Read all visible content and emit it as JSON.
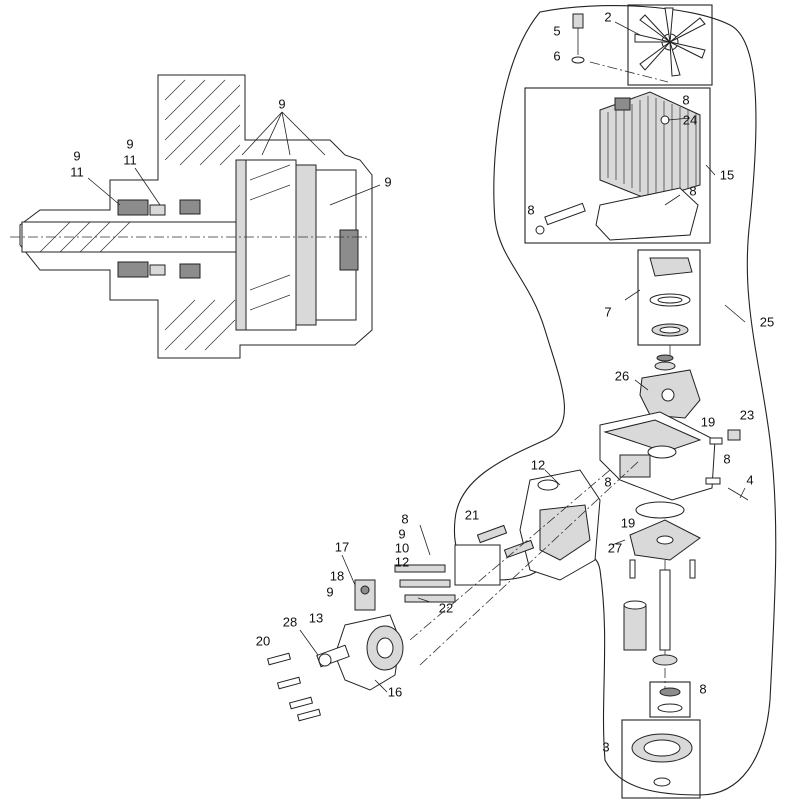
{
  "callouts": [
    {
      "id": "c9a",
      "text": "9"
    },
    {
      "id": "c9b",
      "text": "9"
    },
    {
      "id": "c11b",
      "text": "11"
    },
    {
      "id": "c9c",
      "text": "9"
    },
    {
      "id": "c11c",
      "text": "11"
    },
    {
      "id": "c9d",
      "text": "9"
    },
    {
      "id": "c2",
      "text": "2"
    },
    {
      "id": "c5",
      "text": "5"
    },
    {
      "id": "c6",
      "text": "6"
    },
    {
      "id": "c8a",
      "text": "8"
    },
    {
      "id": "c24",
      "text": "24"
    },
    {
      "id": "c15",
      "text": "15"
    },
    {
      "id": "c8b",
      "text": "8"
    },
    {
      "id": "c8c",
      "text": "8"
    },
    {
      "id": "c7",
      "text": "7"
    },
    {
      "id": "c25",
      "text": "25"
    },
    {
      "id": "c26",
      "text": "26"
    },
    {
      "id": "c19a",
      "text": "19"
    },
    {
      "id": "c23",
      "text": "23"
    },
    {
      "id": "c8d",
      "text": "8"
    },
    {
      "id": "c4",
      "text": "4"
    },
    {
      "id": "c12a",
      "text": "12"
    },
    {
      "id": "c8e",
      "text": "8"
    },
    {
      "id": "c19b",
      "text": "19"
    },
    {
      "id": "c27",
      "text": "27"
    },
    {
      "id": "c21",
      "text": "21"
    },
    {
      "id": "c8f",
      "text": "8"
    },
    {
      "id": "c9e",
      "text": "9"
    },
    {
      "id": "c10",
      "text": "10"
    },
    {
      "id": "c12b",
      "text": "12"
    },
    {
      "id": "c17",
      "text": "17"
    },
    {
      "id": "c18",
      "text": "18"
    },
    {
      "id": "c9f",
      "text": "9"
    },
    {
      "id": "c13",
      "text": "13"
    },
    {
      "id": "c22",
      "text": "22"
    },
    {
      "id": "c20",
      "text": "20"
    },
    {
      "id": "c28",
      "text": "28"
    },
    {
      "id": "c16",
      "text": "16"
    },
    {
      "id": "c8g",
      "text": "8"
    },
    {
      "id": "c3",
      "text": "3"
    }
  ]
}
